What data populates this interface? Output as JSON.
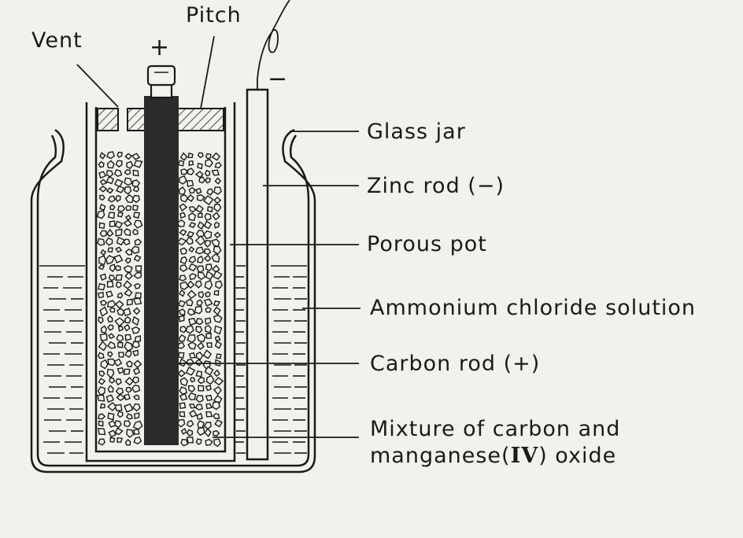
{
  "labels": {
    "vent": "Vent",
    "pitch": "Pitch",
    "glass_jar": "Glass jar",
    "zinc_rod": "Zinc rod (−)",
    "porous_pot": "Porous pot",
    "ammonium_chloride": "Ammonium chloride solution",
    "carbon_rod": "Carbon rod (+)",
    "mixture_line1": "Mixture of carbon and",
    "mixture_line2_pre": "manganese(",
    "mixture_line2_roman": "IV",
    "mixture_line2_post": ") oxide"
  },
  "terminals": {
    "positive": "+",
    "negative": "−"
  },
  "colors": {
    "ink": "#1a1a1a",
    "paper": "#f3f1ec",
    "carbon_rod": "#2b2b2b"
  }
}
